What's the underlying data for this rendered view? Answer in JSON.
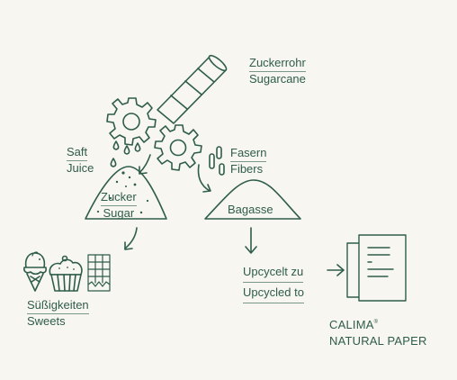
{
  "labels": {
    "sugarcane_de": "Zuckerrohr",
    "sugarcane_en": "Sugarcane",
    "juice_de": "Saft",
    "juice_en": "Juice",
    "fibers_de": "Fasern",
    "fibers_en": "Fibers",
    "sugar_de": "Zucker",
    "sugar_en": "Sugar",
    "bagasse": "Bagasse",
    "sweets_de": "Süßigkeiten",
    "sweets_en": "Sweets",
    "upcycled_de": "Upcycelt zu",
    "upcycled_en": "Upcycled to",
    "brand_line1": "CALIMA",
    "brand_mark": "®",
    "brand_line2": "NATURAL PAPER"
  },
  "colors": {
    "background": "#f7f6f1",
    "line": "#2f5d4a"
  },
  "icons": [
    "sugarcane-icon",
    "gear-icon",
    "drop-icon",
    "fiber-icon",
    "ice-cream-icon",
    "cupcake-icon",
    "chocolate-bar-icon",
    "paper-stack-icon",
    "arrow-icon"
  ]
}
